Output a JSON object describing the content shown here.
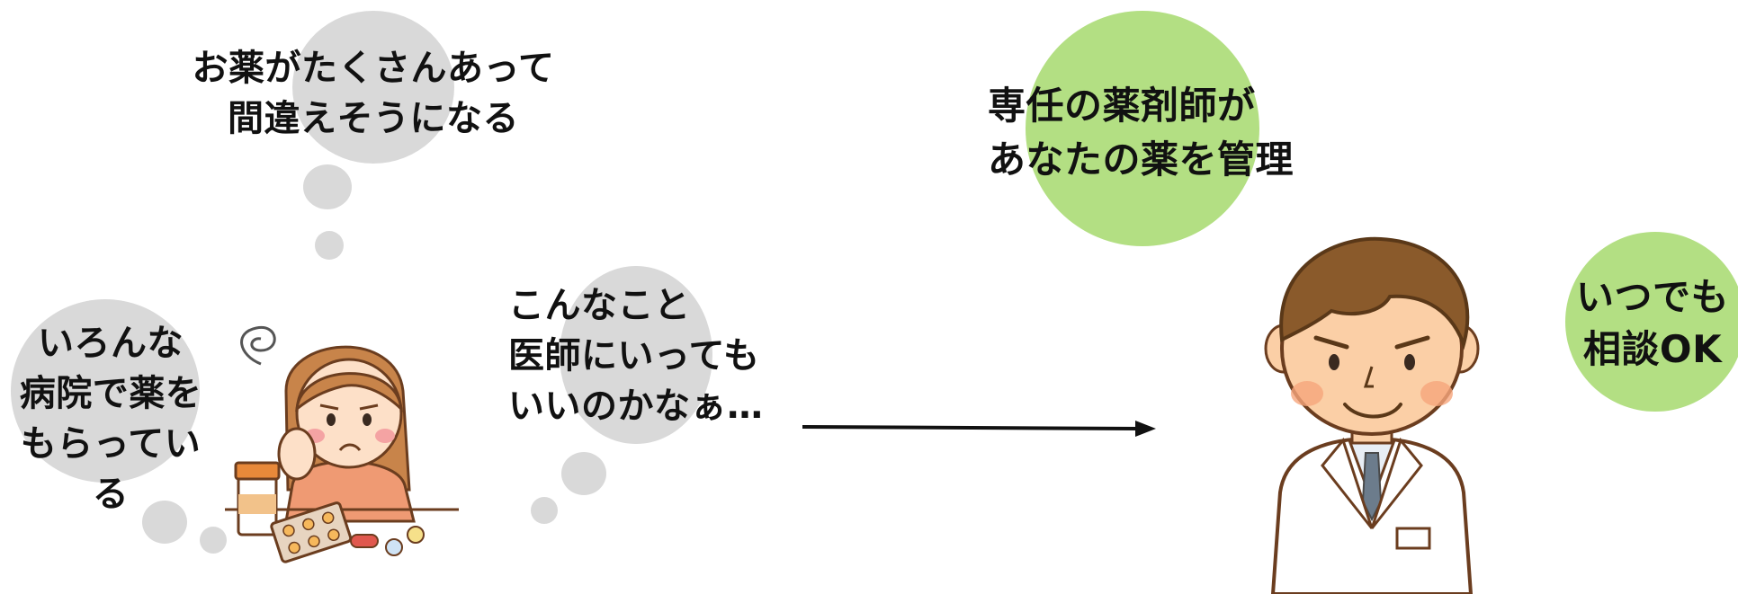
{
  "worry_top": "お薬がたくさんあって\n間違えそうになる",
  "worry_left": "いろんな\n病院で薬を\nもらっている",
  "worry_right": "こんなこと\n医師にいっても\nいいのかなぁ…",
  "benefit_manage": "専任の薬剤師が\nあなたの薬を管理",
  "benefit_consult": "いつでも\n相談OK",
  "colors": {
    "thought_bubble": "#d9d9d9",
    "benefit_bubble": "#b3df83",
    "arrow": "#111111"
  },
  "icons": [
    "worried-woman-illustration",
    "pharmacist-illustration",
    "right-arrow-icon"
  ]
}
